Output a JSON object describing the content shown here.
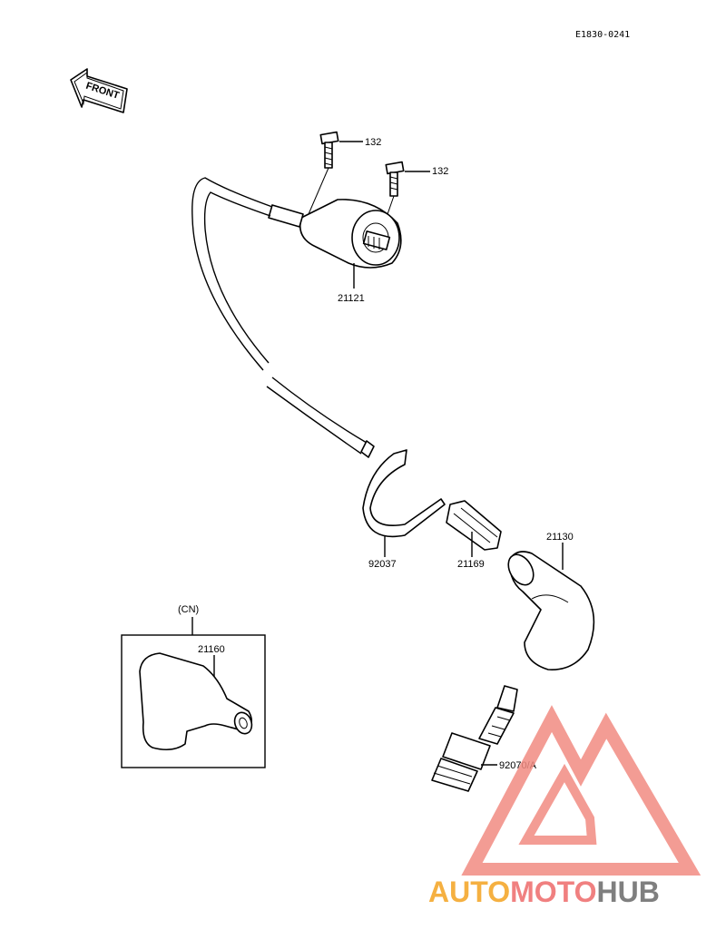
{
  "diagram": {
    "ref_code": "E1830-0241",
    "front_label": "FRONT",
    "parts": [
      {
        "number": "132"
      },
      {
        "number": "132"
      },
      {
        "number": "21121"
      },
      {
        "number": "92037"
      },
      {
        "number": "21169"
      },
      {
        "number": "21130"
      },
      {
        "number": "21160"
      },
      {
        "number": "92070/A"
      }
    ],
    "variant_label": "(CN)"
  },
  "watermark": {
    "segments": [
      "AUTO",
      "MOTO",
      "HUB"
    ],
    "colors": [
      "#f5b041",
      "#f08080",
      "#7f7f7f"
    ],
    "logo_color": "#f28b82"
  }
}
